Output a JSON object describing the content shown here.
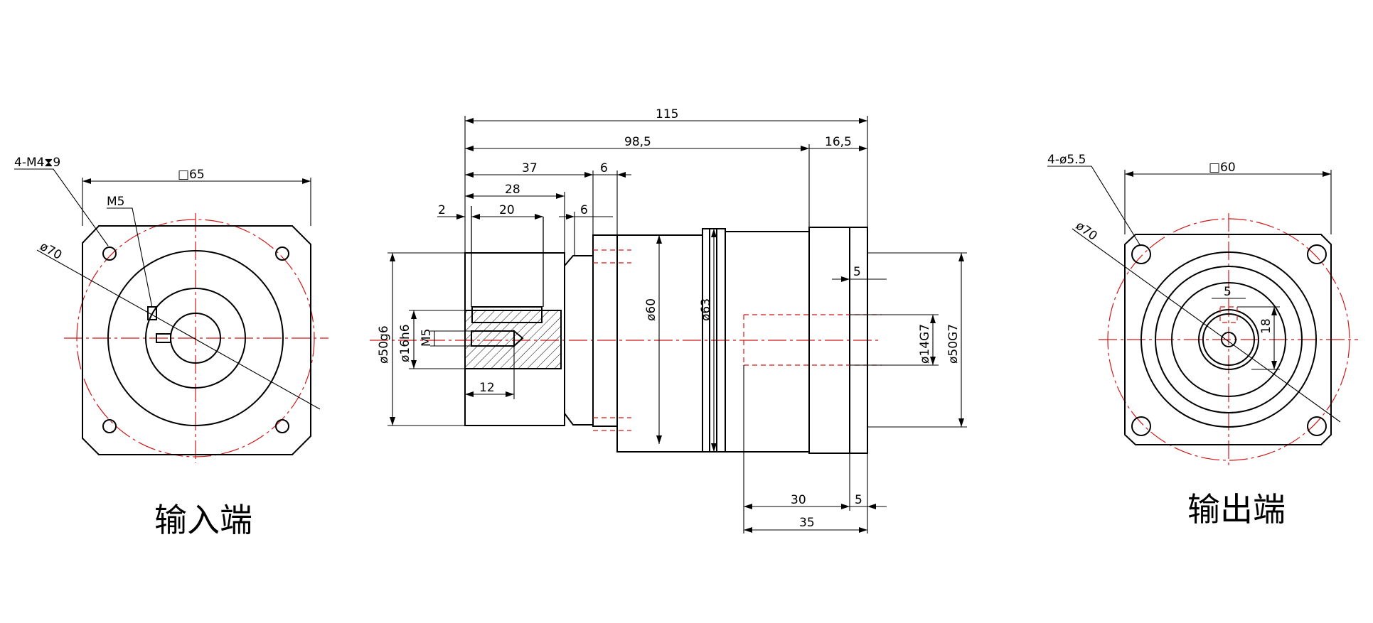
{
  "input_view": {
    "caption": "输入端",
    "hole_spec": "4-M4⧗9",
    "thread": "M5",
    "pcd": "ø70",
    "flange_square": "□65"
  },
  "side_view": {
    "overall_length": "115",
    "body_length": "98,5",
    "output_flange_length": "16,5",
    "input_depth": "37",
    "input_step": "6",
    "input_bore_depth": "28",
    "clamp_offset": "2",
    "clamp_width": "20",
    "input_step_2": "6",
    "tap_depth": "12",
    "pilot_input": "ø50g6",
    "input_bore": "ø16h6",
    "tap_thread": "M5",
    "housing_diameter": "ø60",
    "ring_diameter": "ø63",
    "key_offset": "5",
    "output_shaft": "ø14G7",
    "pilot_output": "ø50G7",
    "shaft_length": "30",
    "shaft_shoulder": "5",
    "shaft_total": "35"
  },
  "output_view": {
    "caption": "输出端",
    "hole_spec": "4-ø5.5",
    "pcd": "ø70",
    "flange_square": "□60",
    "key_width": "5",
    "key_height": "18"
  }
}
